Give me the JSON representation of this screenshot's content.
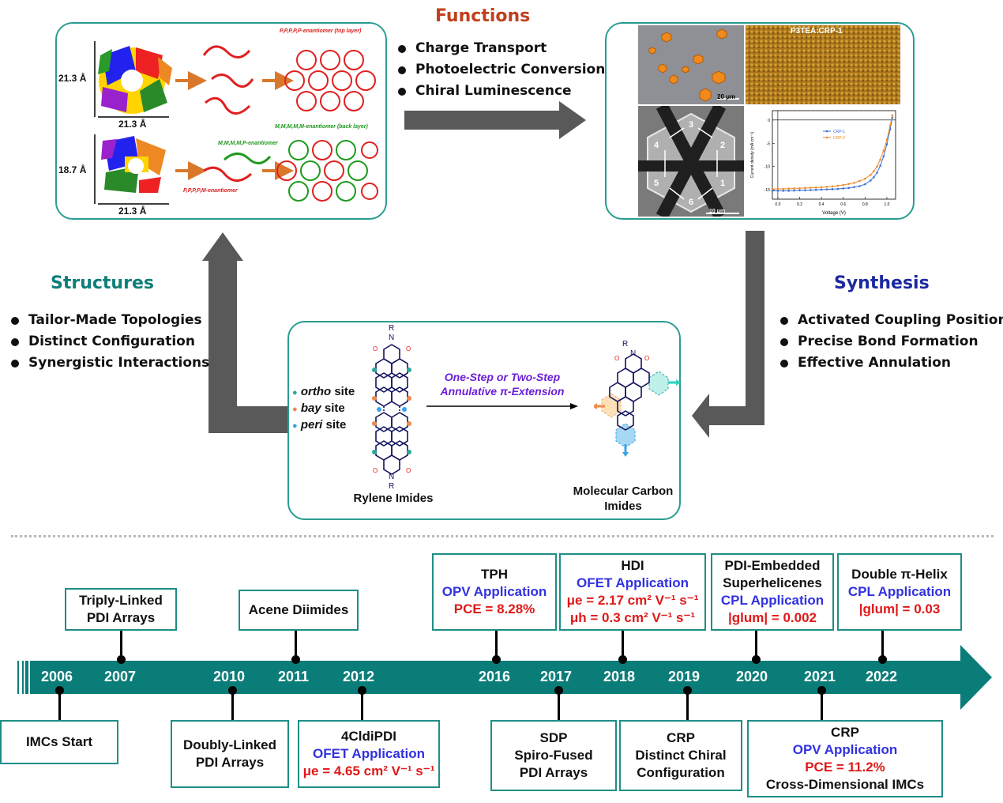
{
  "functions": {
    "title": "Functions",
    "items": [
      "Charge Transport",
      "Photoelectric Conversion",
      "Chiral Luminescence"
    ]
  },
  "structures": {
    "title": "Structures",
    "items": [
      "Tailor-Made Topologies",
      "Distinct Configuration",
      "Synergistic Interactions"
    ]
  },
  "synthesis": {
    "title": "Synthesis",
    "items": [
      "Activated Coupling Positions",
      "Precise Bond Formation",
      "Effective Annulation"
    ]
  },
  "structure_panel": {
    "dim_top_side": "21.3 Å",
    "dim_top_bottom": "21.3 Å",
    "dim_bottom_side": "18.7 Å",
    "dim_bottom_bottom": "21.3 Å",
    "top_layer_label": "P,P,P,P,P-enantiomer (top layer)",
    "back_layer_label": "M,M,M,M,M-enantiomer (back layer)",
    "m_label": "M,M,M,M,P-enantiomer",
    "p_label": "P,P,P,P,M-enantiomer"
  },
  "function_panel": {
    "scale1": "20 μm",
    "afm_label": "P3TEA:CRP-1",
    "scale2": "10 μm",
    "hex_numbers": [
      "3",
      "2",
      "1",
      "6",
      "5",
      "4"
    ],
    "legend": [
      "CRP-1",
      "CRP-2"
    ],
    "xlabel": "Voltage (V)",
    "ylabel": "Current density (mA cm⁻²)",
    "xticks": [
      "0.0",
      "0.2",
      "0.4",
      "0.6",
      "0.8",
      "1.0"
    ],
    "yticks": [
      "0",
      "-5",
      "-10",
      "-15"
    ],
    "colors": {
      "crp1": "#3b6fd6",
      "crp2": "#f08a2a"
    }
  },
  "chart_data": {
    "type": "line",
    "xlabel": "Voltage (V)",
    "ylabel": "Current density (mA cm⁻²)",
    "xlim": [
      -0.05,
      1.08
    ],
    "ylim": [
      -17,
      2
    ],
    "series": [
      {
        "name": "CRP-1",
        "x": [
          -0.05,
          0.0,
          0.05,
          0.1,
          0.15,
          0.2,
          0.25,
          0.3,
          0.35,
          0.4,
          0.45,
          0.5,
          0.55,
          0.6,
          0.65,
          0.7,
          0.75,
          0.8,
          0.85,
          0.88,
          0.91,
          0.94,
          0.97,
          1.0,
          1.03,
          1.05
        ],
        "values": [
          -15.2,
          -15.2,
          -15.2,
          -15.2,
          -15.15,
          -15.1,
          -15.1,
          -15.05,
          -15.0,
          -14.95,
          -14.9,
          -14.85,
          -14.8,
          -14.7,
          -14.6,
          -14.4,
          -14.2,
          -13.8,
          -13.0,
          -12.3,
          -11.3,
          -9.8,
          -7.8,
          -5.2,
          -2.0,
          0.5
        ]
      },
      {
        "name": "CRP-2",
        "x": [
          -0.05,
          0.0,
          0.05,
          0.1,
          0.15,
          0.2,
          0.25,
          0.3,
          0.35,
          0.4,
          0.45,
          0.5,
          0.55,
          0.6,
          0.65,
          0.7,
          0.75,
          0.8,
          0.85,
          0.88,
          0.91,
          0.94,
          0.97,
          1.0,
          1.03,
          1.05
        ],
        "values": [
          -14.8,
          -14.8,
          -14.8,
          -14.75,
          -14.7,
          -14.65,
          -14.6,
          -14.55,
          -14.5,
          -14.45,
          -14.35,
          -14.25,
          -14.1,
          -13.95,
          -13.75,
          -13.5,
          -13.1,
          -12.6,
          -11.8,
          -11.0,
          -10.0,
          -8.5,
          -6.6,
          -4.2,
          -1.2,
          1.0
        ]
      }
    ]
  },
  "center": {
    "r_top": "R",
    "r_bottom": "R",
    "n_top": "N",
    "n_bottom": "N",
    "site_ortho": "ortho",
    "site_bay": "bay",
    "site_peri": "peri",
    "site_word": "site",
    "arrow_line1": "One-Step or Two-Step",
    "arrow_line2": "Annulative π-Extension",
    "left_caption": "Rylene Imides",
    "right_caption_1": "Molecular Carbon",
    "right_caption_2": "Imides",
    "r_right": "R",
    "n_right": "N"
  },
  "timeline": {
    "years": [
      "2006",
      "2007",
      "2010",
      "2011",
      "2012",
      "2016",
      "2017",
      "2018",
      "2019",
      "2020",
      "2021",
      "2022"
    ],
    "events_top": [
      {
        "lines": [
          "Triply-Linked",
          "PDI Arrays"
        ]
      },
      {
        "lines": [
          "Acene Diimides"
        ]
      },
      {
        "title": "TPH",
        "app": "OPV Application",
        "metric": "PCE = 8.28%"
      },
      {
        "title": "HDI",
        "app": "OFET Application",
        "metric1": "μe = 2.17 cm² V⁻¹ s⁻¹",
        "metric2": "μh = 0.3 cm² V⁻¹ s⁻¹"
      },
      {
        "title1": "PDI-Embedded",
        "title2": "Superhelicenes",
        "app": "CPL Application",
        "metric": "|glum| = 0.002"
      },
      {
        "title": "Double π-Helix",
        "app": "CPL Application",
        "metric": "|glum| = 0.03"
      }
    ],
    "events_bottom": [
      {
        "lines": [
          "IMCs Start"
        ]
      },
      {
        "lines": [
          "Doubly-Linked",
          "PDI Arrays"
        ]
      },
      {
        "title": "4CldiPDI",
        "app": "OFET Application",
        "metric": "μe = 4.65 cm² V⁻¹ s⁻¹"
      },
      {
        "lines": [
          "SDP",
          "Spiro-Fused",
          "PDI Arrays"
        ]
      },
      {
        "lines": [
          "CRP",
          "Distinct Chiral",
          "Configuration"
        ]
      },
      {
        "title": "CRP",
        "app": "OPV Application",
        "metric": "PCE = 11.2%",
        "extra": "Cross-Dimensional IMCs"
      }
    ]
  }
}
